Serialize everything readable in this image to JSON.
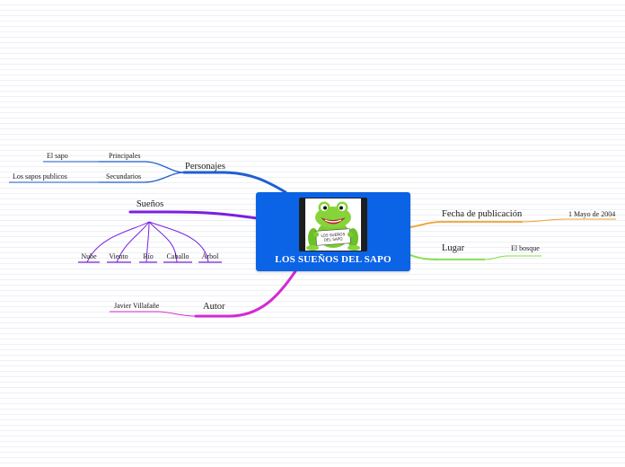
{
  "central": {
    "title": "LOS SUEÑOS DEL SAPO",
    "image_caption": "LOS SUEÑOS DEL SAPO",
    "color": "#0b63e6"
  },
  "branches": {
    "personajes": {
      "label": "Personajes",
      "color": "#1f5fd1",
      "principales": {
        "label": "Principales",
        "child": "El sapo"
      },
      "secundarios": {
        "label": "Secundarios",
        "child": "Los sapos publicos"
      }
    },
    "suenos": {
      "label": "Sueños",
      "color": "#7a1fe0",
      "items": [
        "Nube",
        "Viento",
        "Río",
        "Caballo",
        "Árbol"
      ]
    },
    "autor": {
      "label": "Autor",
      "color": "#d42ad4",
      "child": "Javier Villafañe"
    },
    "fecha": {
      "label": "Fecha de publicación",
      "color": "#f0a030",
      "child": "1 Mayo de 2004"
    },
    "lugar": {
      "label": "Lugar",
      "color": "#7fe040",
      "child": "El bosque"
    }
  }
}
